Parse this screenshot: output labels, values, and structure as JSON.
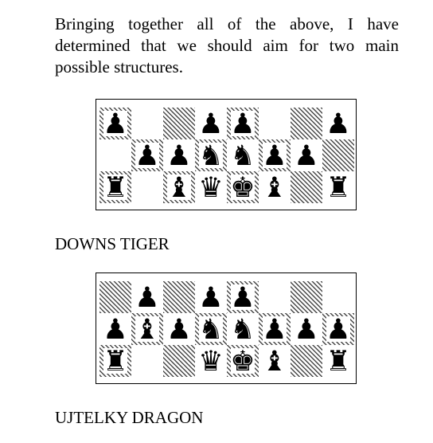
{
  "intro_text": "Bringing together all of the above, I have determined that we should aim for two main possible structures.",
  "diagrams": [
    {
      "caption": "DOWNS TIGER",
      "rows": [
        [
          "p",
          "",
          "",
          "p",
          "p",
          "",
          "",
          "p"
        ],
        [
          "",
          "p",
          "p",
          "n",
          "n",
          "p",
          "p",
          ""
        ],
        [
          "r",
          "",
          "b",
          "q",
          "k",
          "b",
          "",
          "r"
        ]
      ]
    },
    {
      "caption": "UJTELKY DRAGON",
      "rows": [
        [
          "",
          "p",
          "",
          "p",
          "p",
          "",
          "",
          ""
        ],
        [
          "p",
          "b",
          "p",
          "n",
          "n",
          "p",
          "p",
          "p"
        ],
        [
          "r",
          "",
          "",
          "q",
          "k",
          "b",
          "",
          "r"
        ]
      ]
    }
  ]
}
